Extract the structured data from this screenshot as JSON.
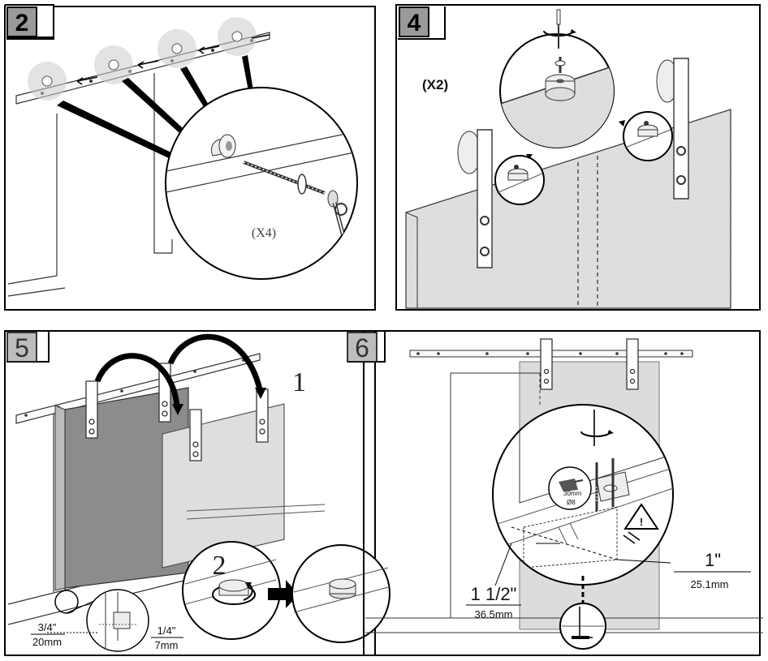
{
  "panels": {
    "p2": {
      "number": "2",
      "count": "(X4)"
    },
    "p4": {
      "number": "4",
      "count": "(X2)"
    },
    "p5": {
      "number": "5",
      "step1": "1",
      "step2": "2",
      "dim_a_imp": "3/4\"",
      "dim_a_met": "20mm",
      "dim_b_imp": "1/4\"",
      "dim_b_met": "7mm"
    },
    "p6": {
      "number": "6",
      "dim_a_imp": "1\"",
      "dim_a_met": "25.1mm",
      "dim_b_imp": "1 1/2\"",
      "dim_b_met": "36.5mm",
      "drill_size": "30mm",
      "drill_bit": "Ø8"
    }
  },
  "colors": {
    "frame": "#000000",
    "door_dark": "#8c8c8c",
    "door_light": "#dedede",
    "door_texture": "#cfcfcf"
  }
}
